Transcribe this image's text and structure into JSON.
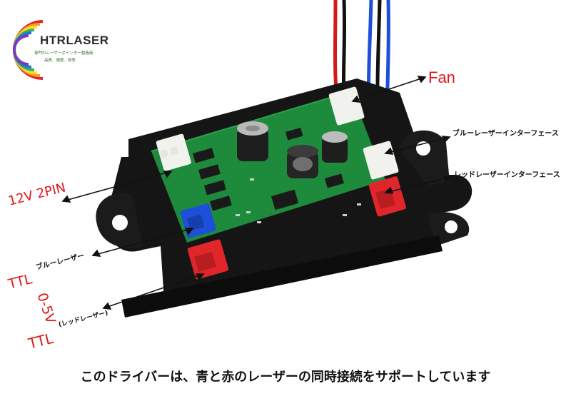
{
  "logo": {
    "name": "HTRLASER",
    "tagline": "専門のレーザーポインター製造商",
    "tagline2": "品質、速度、效率"
  },
  "callouts": {
    "fan": "Fan",
    "blue_interface": "ブルーレーザーインターフェース",
    "red_interface": "レッドレーザーインターフェース",
    "power": "12V 2PIN",
    "ttl_blue": "TTL",
    "ttl_blue_sub": "ブルーレーザー",
    "analog": "0-5V",
    "ttl_red": "TTL",
    "ttl_red_sub": "(レッドレーザー)"
  },
  "caption": "このドライバーは、青と赤のレーザーの同時接続をサポートしています",
  "colors": {
    "label_red": "#e0161b",
    "pcb_green": "#1e8a3c",
    "connector_red": "#e1262b",
    "connector_blue": "#1d4fd8",
    "case_black": "#151515"
  }
}
